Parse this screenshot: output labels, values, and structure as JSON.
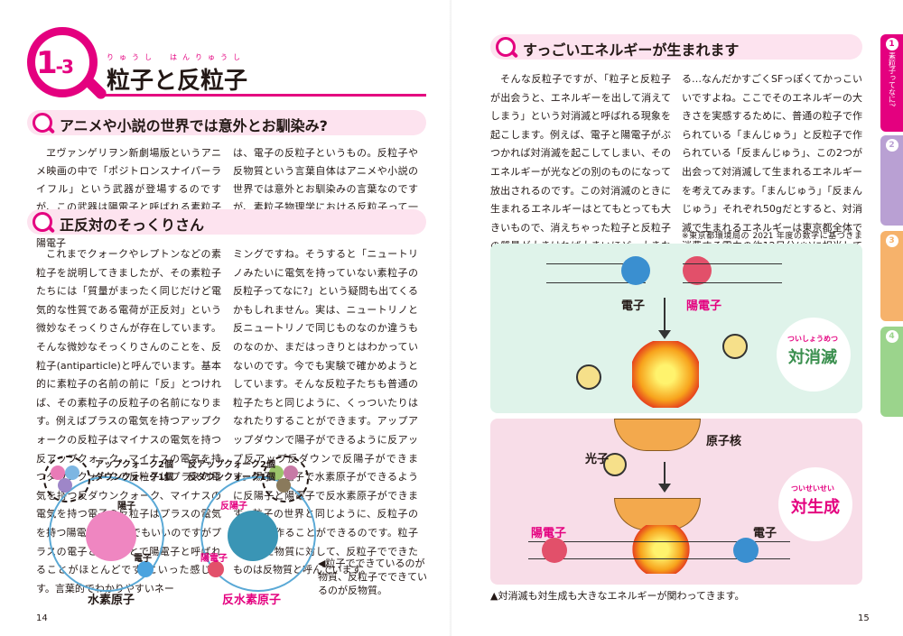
{
  "left": {
    "chapter": {
      "num": "1",
      "sub": "-3",
      "title": "粒子と反粒子",
      "ruby": "りゅうし　はんりゅうし"
    },
    "section1": {
      "heading": "アニメや小説の世界では意外とお馴染み?",
      "col1": "ヱヴァンゲリヲン新劇場版というアニメ映画の中で「ポジトロンスナイパーライフル」という武器が登場するのですが、この武器は陽電子と呼ばれる素粒子を発射するものでした。ここで出てくる陽電子",
      "col2": "は、電子の反粒子というもの。反粒子や反物質という言葉自体はアニメや小説の世界では意外とお馴染みの言葉なのですが、素粒子物理学における反粒子って一体なんなのでしょう?"
    },
    "section2": {
      "heading": "正反対のそっくりさん",
      "col1": "これまでクォークやレプトンなどの素粒子を説明してきましたが、その素粒子たちには「質量がまったく同じだけど電気的な性質である電荷が正反対」という微妙なそっくりさんが存在しています。そんな微妙なそっくりさんのことを、反粒子(antiparticle)と呼んでいます。基本的に素粒子の名前の前に「反」とつければ、その素粒子の反粒子の名前になります。例えばプラスの電気を持つアップクォークの反粒子はマイナスの電気を持つ反アップクォーク、マイナスの電気を持つダウンクォークの反粒子はプラスの電気を持つ反ダウンクォーク、マイナスの電気を持つ電子の反粒子はプラスの電気を持つ陽電子(反電子でもいいのですがプラスの電子ということで陽電子と呼ばれることがほとんどです)といった感じです。言葉的でわかりやすいネー",
      "col2": "ミングですね。そうすると「ニュートリノみたいに電気を持っていない素粒子の反粒子ってなに?」という疑問も出てくるかもしれません。実は、ニュートリノと反ニュートリノで同じものなのか違うものなのか、まだはっきりとはわかっていないのです。今でも実験で確かめようとしています。そんな反粒子たちも普通の粒子たちと同じように、くっついたりはなれたりすることができます。アップアップダウンで陽子ができるように反アップ反アップ反ダウンで反陽子ができます。陽子と電子で水素原子ができるように反陽子と陽電子で反水素原子ができます。粒子の世界と同じように、反粒子の世界でも作ることができるのです。粒子でできた物質に対して、反粒子でできたものは反物質と呼んでいます。"
    },
    "diagram": {
      "up_label": "アップクォーク2個",
      "down_label": "ダウンクォーク1個",
      "proton": "陽子",
      "electron": "電子",
      "hydrogen": "水素原子",
      "anti_up_label": "反アップクォーク2個",
      "anti_down_label": "反ダウンクォーク1個",
      "antiproton": "反陽子",
      "positron": "陽電子",
      "antihydrogen": "反水素原子",
      "caption": "◀粒子でできているのが物質、反粒子でできているのが反物質。"
    },
    "folio": "14"
  },
  "right": {
    "section3": {
      "heading": "すっごいエネルギーが生まれます",
      "col1": "そんな反粒子ですが、「粒子と反粒子が出会うと、エネルギーを出して消えてしまう」という対消滅と呼ばれる現象を起こします。例えば、電子と陽電子がぶつかれば対消滅を起こしてしまい、そのエネルギーが光などの別のものになって放出されるのです。この対消滅のときに生まれるエネルギーはとてもとっても大きいもので、消えちゃった粒子と反粒子の質量が大きければ大きいほど、大きなエネルギーが生まれます。またそれとは逆に「大きなエネルギーがあると、そこから粒子と反粒子が生まれる」対生成という性質も持っています。なにもないところにエネルギーを集めてあげると、粒子と反粒子が生まれて出てく",
      "col2": "る…なんだかすごくSFっぽくてかっこいいですよね。ここでそのエネルギーの大きさを実感するために、普通の粒子で作られている「まんじゅう」と反粒子で作られている「反まんじゅう」、この2つが出会って対消滅して生まれるエネルギーを考えてみます。「まんじゅう」「反まんじゅう」それぞれ50gだとすると、対消滅で生まれるエネルギーは東京都全体で消費する電力の約12日分(※)に相当してしまうのです。まんじゅうと反まんじゅうがたくさんあったら、エネルギー問題なんてあっという間に解決です。まんじゅうこわい。",
      "note": "※東京都環境局の 2021 年度の数字に基づきます。"
    },
    "diagram": {
      "electron": "電子",
      "positron": "陽電子",
      "annihilation": "対消滅",
      "annihilation_ruby": "ついしょうめつ",
      "nucleus": "原子核",
      "photon": "光子",
      "pair_creation": "対生成",
      "pair_creation_ruby": "ついせいせい",
      "positron2": "陽電子",
      "electron2": "電子",
      "caption": "▲対消滅も対生成も大きなエネルギーが関わってきます。"
    },
    "folio": "15",
    "tabs": [
      {
        "num": "1",
        "text": "素粒子ってなに?"
      },
      {
        "num": "2",
        "text": ""
      },
      {
        "num": "3",
        "text": ""
      },
      {
        "num": "4",
        "text": ""
      }
    ]
  },
  "colors": {
    "accent": "#e4007f",
    "tab1": "#e4007f",
    "tab2": "#b9a0d3",
    "tab3": "#f6b26b",
    "tab4": "#9bd48c",
    "panel_top": "#dff3ea",
    "panel_bottom": "#f8dde8"
  }
}
